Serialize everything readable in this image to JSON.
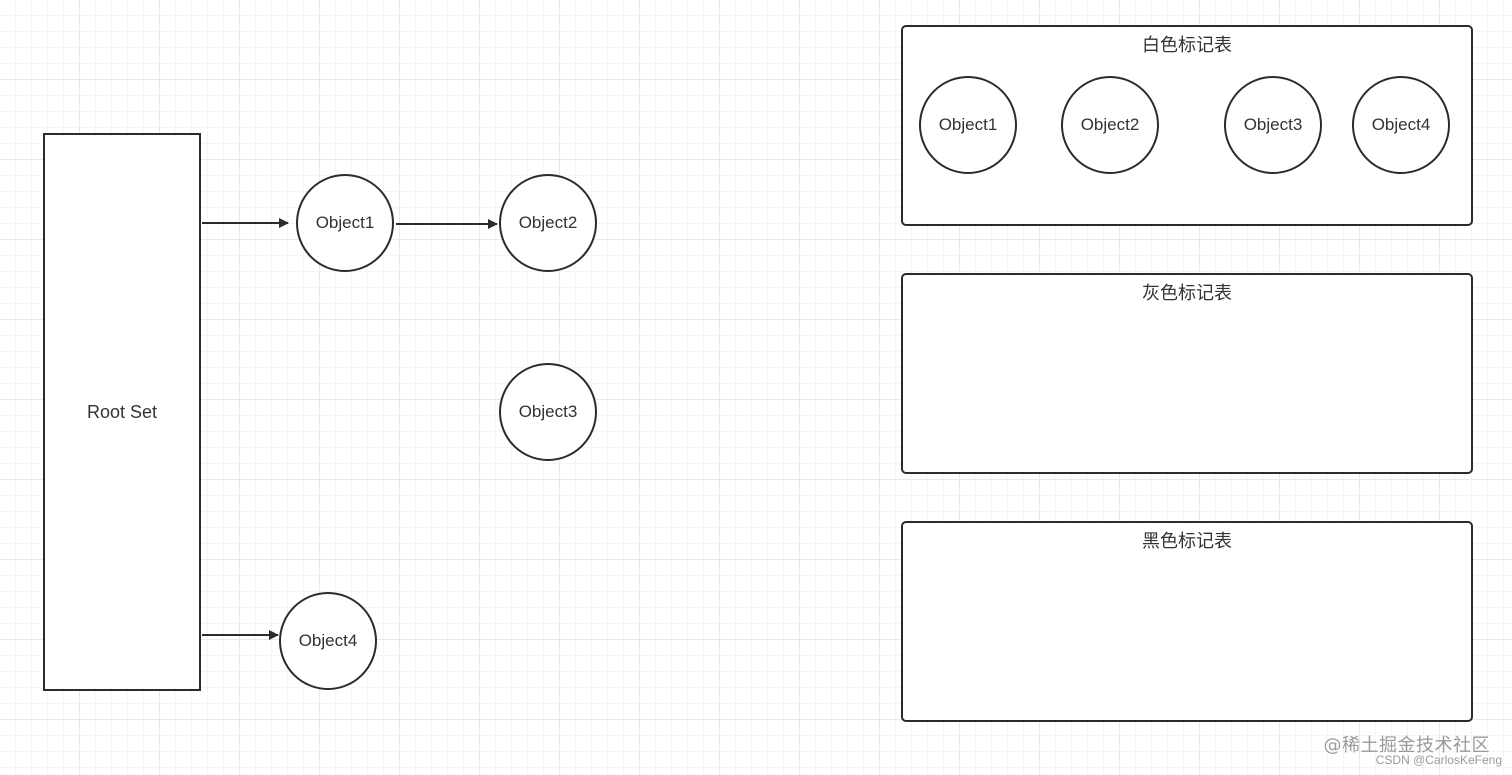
{
  "diagram": {
    "root_set_label": "Root Set",
    "nodes": [
      "Object1",
      "Object2",
      "Object3",
      "Object4"
    ],
    "edges": [
      {
        "from": "Root Set",
        "to": "Object1"
      },
      {
        "from": "Object1",
        "to": "Object2"
      },
      {
        "from": "Root Set",
        "to": "Object4"
      }
    ]
  },
  "tables": [
    {
      "title": "白色标记表",
      "items": [
        "Object1",
        "Object2",
        "Object3",
        "Object4"
      ]
    },
    {
      "title": "灰色标记表",
      "items": []
    },
    {
      "title": "黑色标记表",
      "items": []
    }
  ],
  "watermark": {
    "main": "@稀土掘金技术社区",
    "sub": "CSDN @CarlosKeFeng"
  },
  "colors": {
    "stroke": "#2b2b2b",
    "grid": "#e9e9e9",
    "watermark": "#9a9a9a"
  }
}
